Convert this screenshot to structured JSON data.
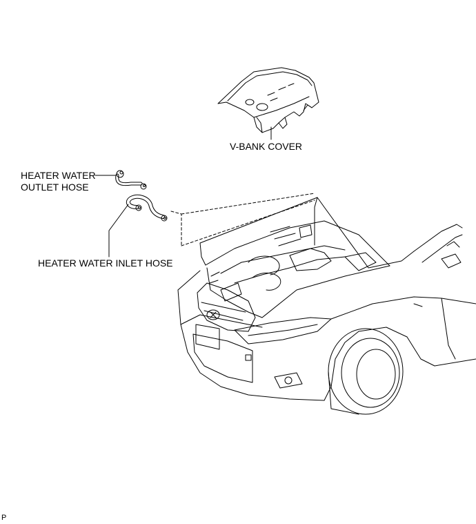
{
  "labels": {
    "v_bank_cover": "V-BANK COVER",
    "heater_water_outlet_hose_line1": "HEATER WATER",
    "heater_water_outlet_hose_line2": "OUTLET HOSE",
    "heater_water_inlet_hose": "HEATER WATER INLET HOSE",
    "figure_code": "P"
  },
  "colors": {
    "line": "#000000",
    "background": "#ffffff"
  }
}
